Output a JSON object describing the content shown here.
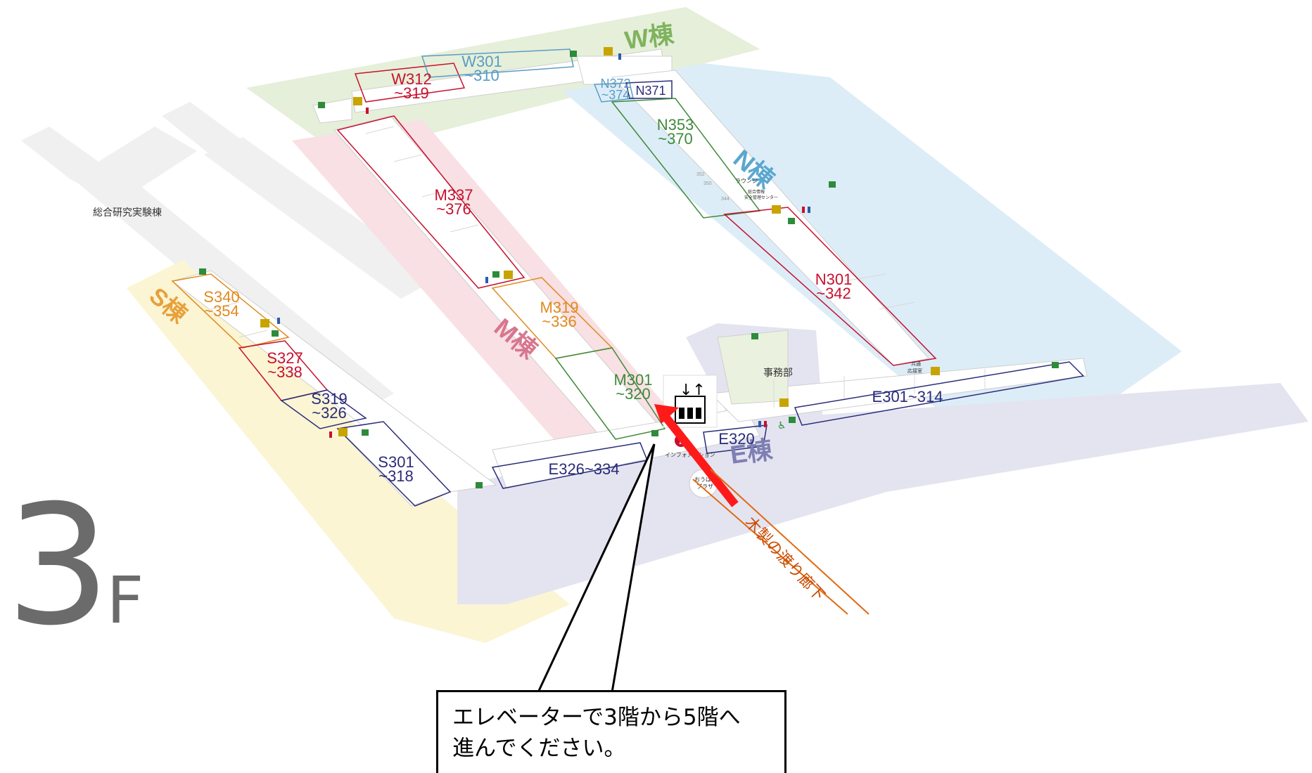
{
  "floor": {
    "number": "3",
    "suffix": "F"
  },
  "wings": {
    "W": {
      "label": "W棟",
      "color": "#7fb35f",
      "band": "#e6efd9"
    },
    "N": {
      "label": "N棟",
      "color": "#5aa7cf",
      "band": "#dcedf7"
    },
    "M": {
      "label": "M棟",
      "color": "#d8768f",
      "band": "#f8e0e4"
    },
    "S": {
      "label": "S棟",
      "color": "#e8a13a",
      "band": "#fbf5d4"
    },
    "E": {
      "label": "E棟",
      "color": "#7e7fb3",
      "band": "#e4e4f0"
    }
  },
  "rooms": {
    "w312": [
      "W312",
      "~319"
    ],
    "w301": [
      "W301",
      "~310"
    ],
    "n372": [
      "N372",
      "~374"
    ],
    "n371": [
      "N371"
    ],
    "n353": [
      "N353",
      "~370"
    ],
    "m337": [
      "M337",
      "~376"
    ],
    "n301": [
      "N301",
      "~342"
    ],
    "s340": [
      "S340",
      "~354"
    ],
    "m319": [
      "M319",
      "~336"
    ],
    "s327": [
      "S327",
      "~338"
    ],
    "m301": [
      "M301",
      "~320"
    ],
    "s319": [
      "S319",
      "~326"
    ],
    "e301": [
      "E301~314"
    ],
    "e320": [
      "E320"
    ],
    "s301": [
      "S301",
      "~318"
    ],
    "e326": [
      "E326~334"
    ]
  },
  "room_colors": {
    "red": "#c8102e",
    "blue": "#5a9cc5",
    "navy": "#2a2c7a",
    "green": "#3f8a3a",
    "orange": "#e08a1e"
  },
  "labels": {
    "sogo": "総合研究実験棟",
    "jimubu": "事務部",
    "lounge": "ラウンジ",
    "kyotsu": "共通",
    "kyotsu2": "応接室",
    "anzen": "総合情報",
    "anzen2": "安全管理センター",
    "info": "インフォメーション",
    "plaza1": "おうばく",
    "plaza2": "プラザ",
    "r352": "352",
    "r350": "350",
    "r344": "344"
  },
  "bridge_label": "木製の渡り廊下",
  "callout": {
    "line1": "エレベーターで3階から5階へ",
    "line2": "進んでください。"
  },
  "icons": [
    "elevator-icon",
    "up-down-arrow-icon",
    "emergency-exit-icon",
    "restroom-icon",
    "info-icon",
    "wheelchair-icon"
  ]
}
